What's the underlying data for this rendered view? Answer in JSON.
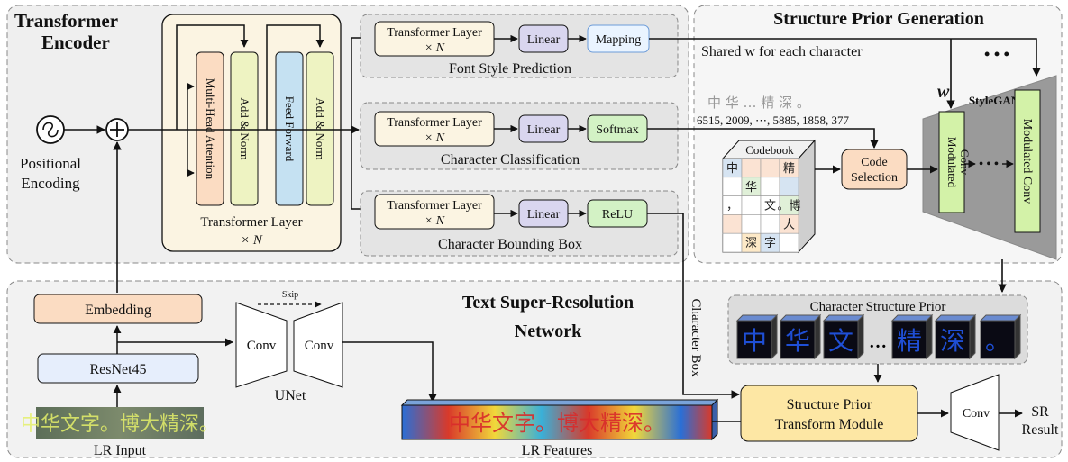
{
  "encoder": {
    "title_line1": "Transformer",
    "title_line2": "Encoder",
    "positional_line1": "Positional",
    "positional_line2": "Encoding",
    "mha": "Multi-Head Attention",
    "add_norm": "Add & Norm",
    "feed_forward": "Feed Forward",
    "layer_line1": "Transformer Layer",
    "layer_line2": "× N"
  },
  "heads": {
    "tl_line1": "Transformer Layer",
    "tl_line2": "× N",
    "linear": "Linear",
    "mapping": "Mapping",
    "softmax": "Softmax",
    "relu": "ReLU",
    "font_style": "Font Style Prediction",
    "char_class": "Character Classification",
    "char_bbox": "Character Bounding Box"
  },
  "prior": {
    "title": "Structure Prior Generation",
    "shared_w": "Shared w for each character",
    "w": "w",
    "dots": "• • •",
    "chars_row": "中  华  …  精  深  。",
    "indices": "6515, 2009, ⋯, 5885, 1858, 377",
    "codebook": "Codebook",
    "code_line1": "Code",
    "code_line2": "Selection",
    "stylegan": "StyleGAN",
    "mod_line1": "Modulated",
    "mod_line2": "Conv",
    "mod_conv2": "Modulated Conv",
    "conv_dots": "• • •",
    "grid": [
      {
        "ch": "中",
        "bg": "#d6e4f2"
      },
      {
        "ch": "",
        "bg": "#fbe3d3"
      },
      {
        "ch": "",
        "bg": "#fbe3d3"
      },
      {
        "ch": "精",
        "bg": "#fbe3d3"
      },
      {
        "ch": "",
        "bg": "#ffffff"
      },
      {
        "ch": "华",
        "bg": "#e0f0d8"
      },
      {
        "ch": "",
        "bg": "#ffffff"
      },
      {
        "ch": "",
        "bg": "#d6e4f2"
      },
      {
        "ch": "，",
        "bg": "#ffffff"
      },
      {
        "ch": "",
        "bg": "#ffffff"
      },
      {
        "ch": "文",
        "bg": "#ffffff"
      },
      {
        "ch": "。博",
        "bg": "#e0f0d8"
      },
      {
        "ch": "",
        "bg": "#fbe3d3"
      },
      {
        "ch": "",
        "bg": "#ffffff"
      },
      {
        "ch": "",
        "bg": "#ffffff"
      },
      {
        "ch": "大",
        "bg": "#fbe3d3"
      },
      {
        "ch": "",
        "bg": "#ffffff"
      },
      {
        "ch": "深",
        "bg": "#fde9c7"
      },
      {
        "ch": "字",
        "bg": "#d6e4f2"
      },
      {
        "ch": "",
        "bg": "#ffffff"
      }
    ]
  },
  "sr": {
    "title_line1": "Text Super-Resolution",
    "title_line2": "Network",
    "embedding": "Embedding",
    "resnet": "ResNet45",
    "skip": "Skip",
    "conv": "Conv",
    "unet": "UNet",
    "lr_input_label": "LR Input",
    "lr_input_text": "中华文字。博大精深。",
    "lr_features_label": "LR Features",
    "lr_features_text": "中华文字。博大精深。",
    "char_box": "Character Box",
    "csp_title": "Character Structure Prior",
    "prior_chars": [
      "中",
      "华",
      "文",
      "…",
      "精",
      "深",
      "。"
    ],
    "spt_line1": "Structure Prior",
    "spt_line2": "Transform Module",
    "conv_out": "Conv",
    "sr_line1": "SR",
    "sr_line2": "Result"
  },
  "colors": {
    "peach": "#fbdcc2",
    "beige": "#fbf4e2",
    "yellowgreen": "#eef3c2",
    "blue": "#c5e1f2",
    "lavender": "#d9d6ef",
    "green": "#d3f2c5",
    "gold": "#fde7a4",
    "panel": "#eeeeee"
  }
}
